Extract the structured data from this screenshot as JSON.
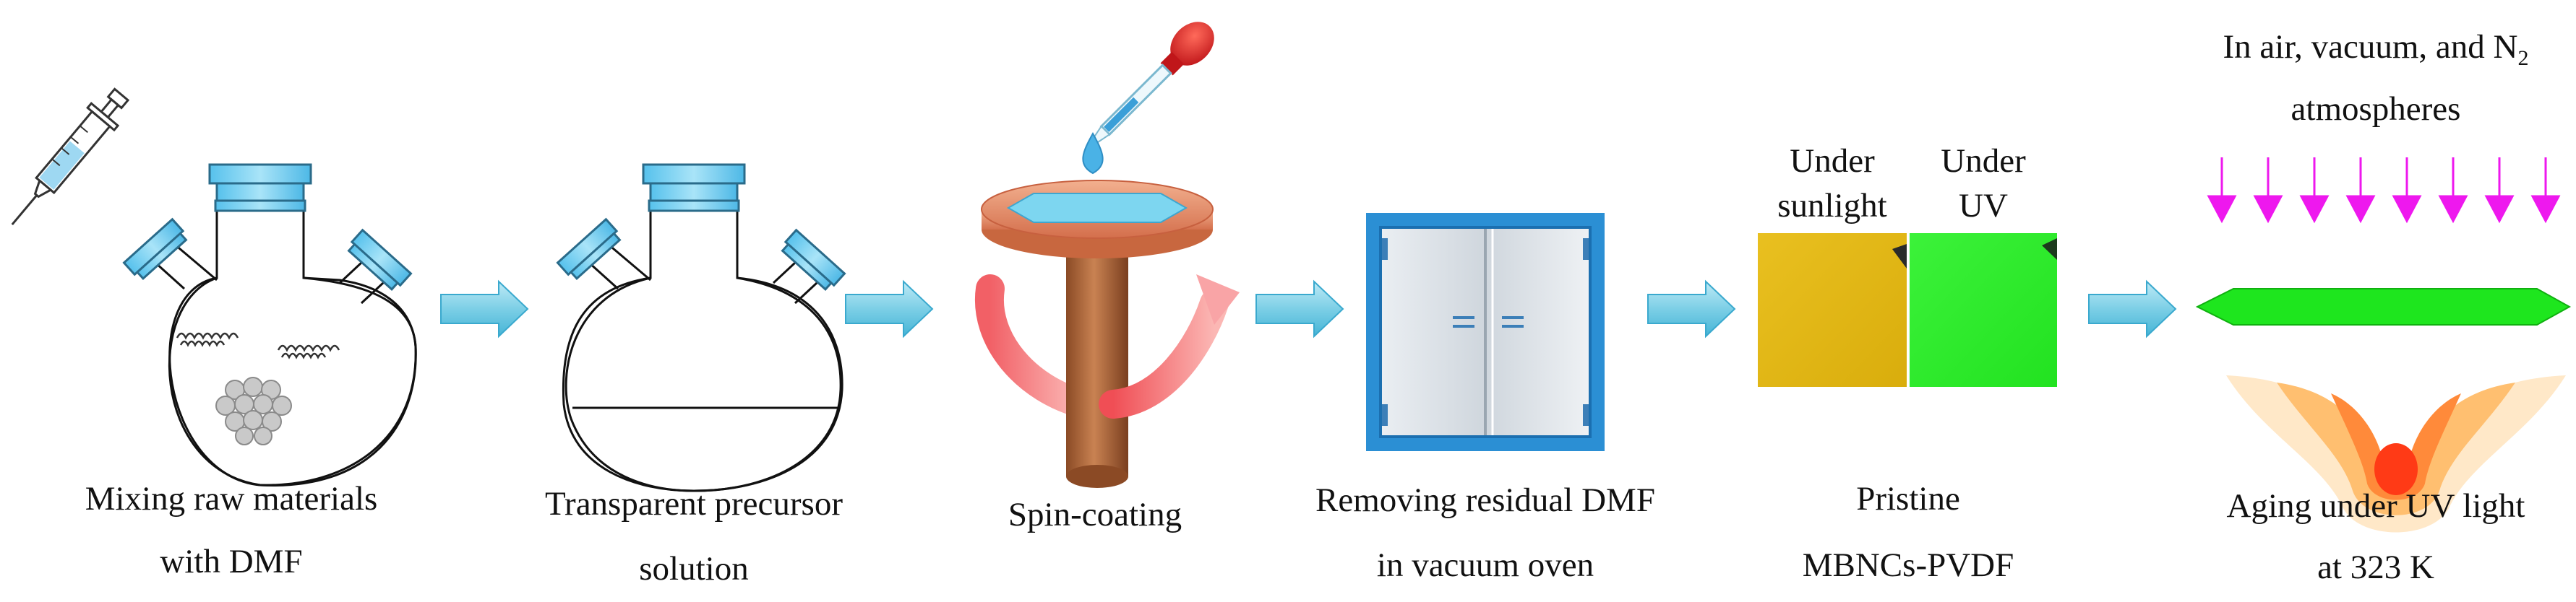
{
  "steps": [
    {
      "line1": "Mixing raw materials",
      "line2": "with DMF"
    },
    {
      "line1": "Transparent precursor",
      "line2": "solution"
    },
    {
      "line1": "Spin-coating"
    },
    {
      "line1": "Removing residual DMF",
      "line2": "in  vacuum oven"
    },
    {
      "line1": "Pristine",
      "line2": "MBNCs-PVDF"
    },
    {
      "line1": "Aging under UV light",
      "line2": "at 323 K"
    }
  ],
  "film": {
    "sunlight_label": [
      "Under",
      "sunlight"
    ],
    "uv_label": [
      "Under",
      "UV"
    ]
  },
  "atmosphere": {
    "line1_prefix": "In air, vacuum, and N",
    "line1_sub": "2",
    "line2": "atmospheres"
  },
  "colors": {
    "flask_cap": "#7fd3f0",
    "arrow": "#7dd0e6",
    "film_sunlight": "#e3b812",
    "film_uv": "#2cf02a",
    "uv_arrow": "#ee18ee",
    "aging_film": "#1ee61e",
    "spin_arrow": "#f47f82",
    "post": "#b06a3c",
    "platform": "#e9987a",
    "oven_frame": "#2b8fd4"
  }
}
